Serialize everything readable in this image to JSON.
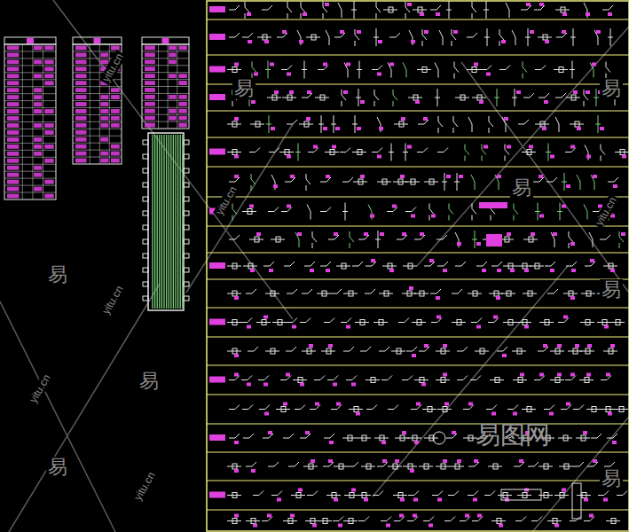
{
  "diagram": {
    "labels": [
      "易",
      "易",
      "易",
      "易",
      "易",
      "易",
      "易",
      "易",
      "yitu.cn",
      "yitu.cn",
      "yitu.cn",
      "yitu.cn",
      "yitu.cn",
      "yitu.cn",
      "易图网"
    ]
  }
}
